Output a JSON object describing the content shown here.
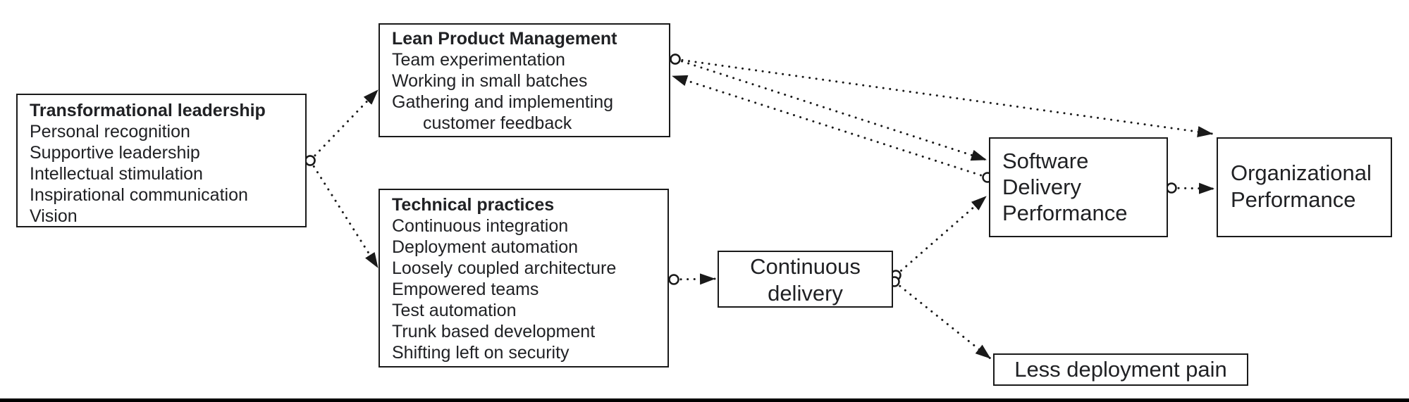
{
  "diagram": {
    "boxes": {
      "transformational_leadership": {
        "title": "Transformational leadership",
        "items": [
          "Personal recognition",
          "Supportive leadership",
          "Intellectual stimulation",
          "Inspirational communication",
          "Vision"
        ]
      },
      "lean_product_management": {
        "title": "Lean Product Management",
        "items": [
          "Team experimentation",
          "Working in small batches",
          "Gathering and implementing",
          "customer feedback"
        ]
      },
      "technical_practices": {
        "title": "Technical practices",
        "items": [
          "Continuous integration",
          "Deployment automation",
          "Loosely coupled architecture",
          "Empowered teams",
          "Test automation",
          "Trunk based development",
          "Shifting left on security"
        ]
      },
      "continuous_delivery": {
        "line1": "Continuous",
        "line2": "delivery"
      },
      "software_delivery_performance": {
        "line1": "Software",
        "line2": "Delivery",
        "line3": "Performance"
      },
      "organizational_performance": {
        "line1": "Organizational",
        "line2": "Performance"
      },
      "less_deployment_pain": {
        "label": "Less deployment pain"
      }
    },
    "edges": [
      {
        "from": "transformational-leadership",
        "to": "lean-product-management"
      },
      {
        "from": "transformational-leadership",
        "to": "technical-practices"
      },
      {
        "from": "lean-product-management",
        "to": "organizational-performance"
      },
      {
        "from": "lean-product-management",
        "to": "software-delivery-performance"
      },
      {
        "from": "software-delivery-performance",
        "to": "lean-product-management"
      },
      {
        "from": "technical-practices",
        "to": "continuous-delivery"
      },
      {
        "from": "continuous-delivery",
        "to": "software-delivery-performance"
      },
      {
        "from": "continuous-delivery",
        "to": "less-deployment-pain"
      },
      {
        "from": "software-delivery-performance",
        "to": "organizational-performance"
      }
    ],
    "colors": {
      "background": "#ffffff",
      "box_border": "#1a1a1a",
      "text": "#202124",
      "connector": "#1a1a1a",
      "bottom_rule": "#000000"
    }
  }
}
